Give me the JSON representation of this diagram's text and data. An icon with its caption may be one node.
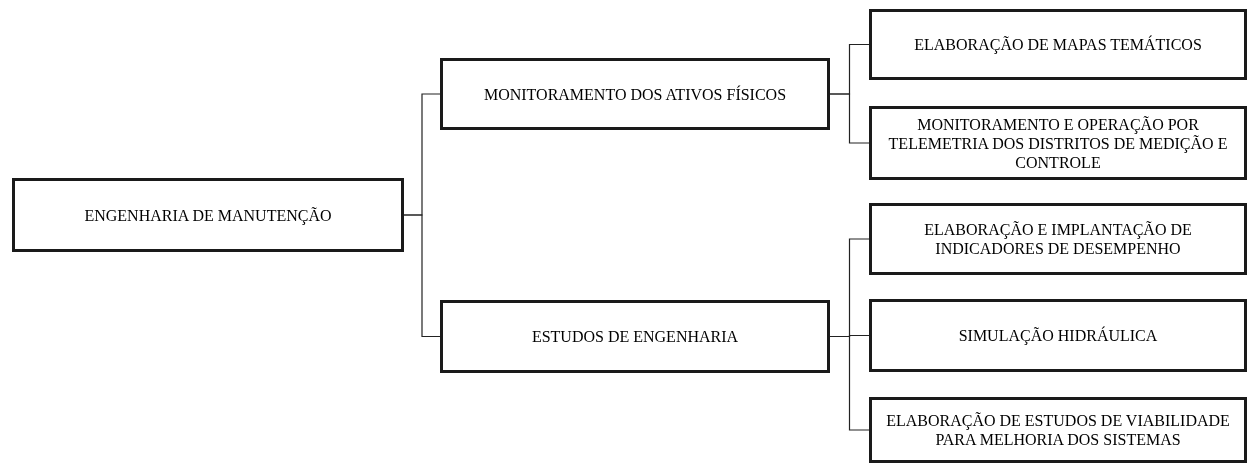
{
  "diagram": {
    "nodes": [
      {
        "text": [
          "ENGENHARIA DE MANUTENÇÃO"
        ]
      },
      {
        "text": [
          "MONITORAMENTO DOS ATIVOS FÍSICOS"
        ]
      },
      {
        "text": [
          "ESTUDOS DE ENGENHARIA"
        ]
      },
      {
        "text": [
          "ELABORAÇÃO DE MAPAS TEMÁTICOS"
        ]
      },
      {
        "text": [
          "MONITORAMENTO E OPERAÇÃO POR TELEMETRIA DOS DISTRITOS DE MEDIÇÃO E CONTROLE"
        ]
      },
      {
        "text": [
          "ELABORAÇÃO E IMPLANTAÇÃO DE INDICADORES DE DESEMPENHO"
        ]
      },
      {
        "text": [
          "SIMULAÇÃO HIDRÁULICA"
        ]
      },
      {
        "text": [
          "ELABORAÇÃO DE ESTUDOS DE VIABILIDADE PARA MELHORIA DOS SISTEMAS"
        ]
      }
    ],
    "edges": [
      {
        "from": 0,
        "to": 1,
        "arrow": "none"
      },
      {
        "from": 0,
        "to": 2,
        "arrow": "none"
      },
      {
        "from": 1,
        "to": 3,
        "arrow": "none"
      },
      {
        "from": 1,
        "to": 4,
        "arrow": "none"
      },
      {
        "from": 2,
        "to": 5,
        "arrow": "none"
      },
      {
        "from": 2,
        "to": 6,
        "arrow": "none"
      },
      {
        "from": 2,
        "to": 7,
        "arrow": "none"
      }
    ]
  }
}
